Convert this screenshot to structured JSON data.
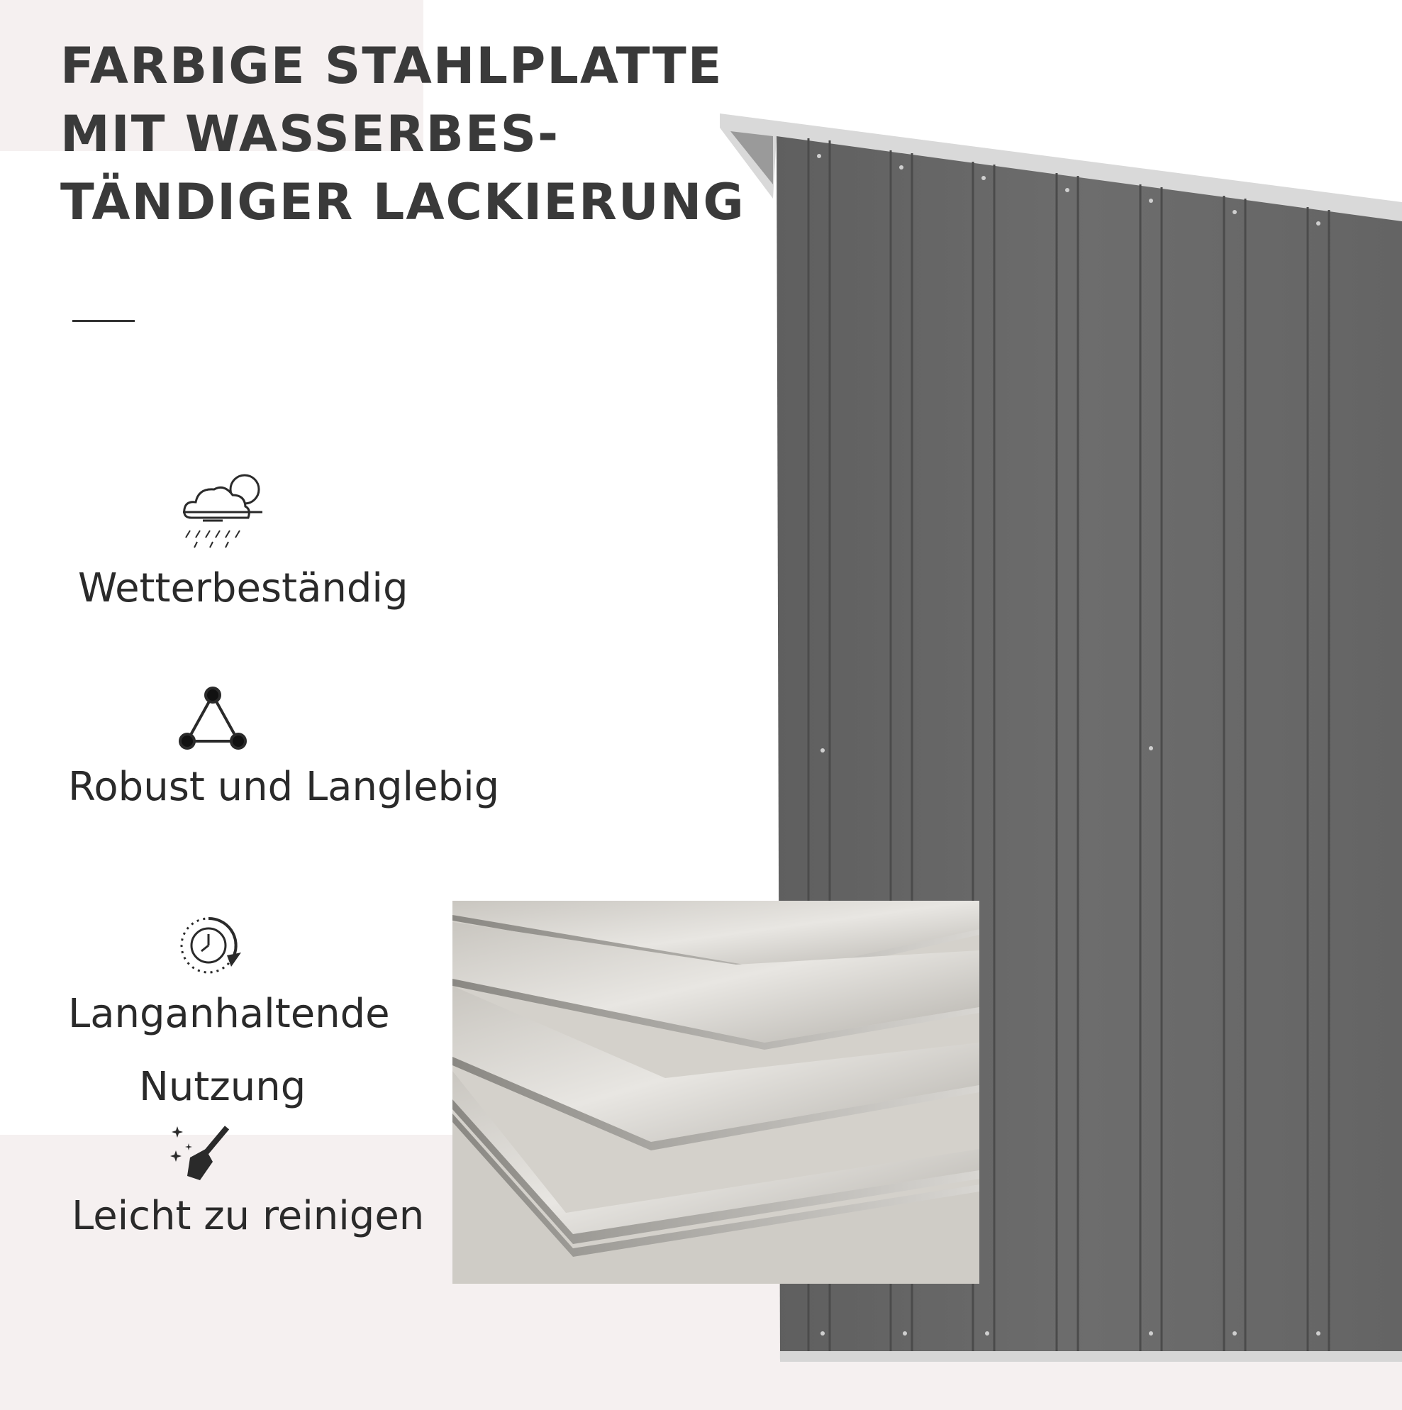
{
  "headline": {
    "lines": [
      "FARBIGE STAHLPLATTE",
      "MIT WASSERBES-",
      "TÄNDIGER LACKIERUNG"
    ]
  },
  "features": [
    {
      "icon": "weather-icon",
      "label": "Wetterbeständig"
    },
    {
      "icon": "triangle-icon",
      "label": "Robust und Langlebig"
    },
    {
      "icon": "clock-cycle-icon",
      "label_lines": [
        "Langanhaltende",
        "Nutzung"
      ]
    },
    {
      "icon": "broom-icon",
      "label": "Leicht zu reinigen"
    }
  ],
  "colors": {
    "headline": "#3a3a3a",
    "shed_panel": "#6b6b6b",
    "background_tint": "#f5f0f0"
  }
}
